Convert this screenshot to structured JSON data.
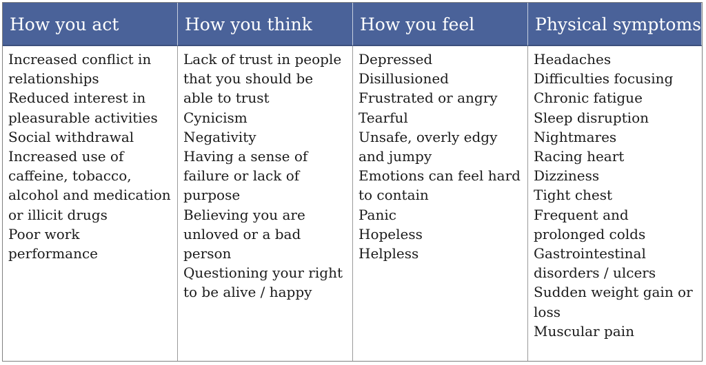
{
  "table": {
    "headers": [
      "How you act",
      "How you think",
      "How you feel",
      "Physical symptoms"
    ],
    "columns": [
      [
        "Increased conflict in relationships",
        "Reduced interest in pleasurable activities",
        "Social withdrawal",
        "Increased use of caffeine, tobacco, alcohol and medication or illicit drugs",
        "Poor work performance"
      ],
      [
        "Lack of trust in people that you should be able to trust",
        "Cynicism",
        "Negativity",
        "Having a sense of failure or lack of purpose",
        "Believing you are unloved or a bad person",
        "Questioning your right to be alive / happy"
      ],
      [
        "Depressed",
        "Disillusioned",
        "Frustrated or angry",
        "Tearful",
        "Unsafe, overly edgy and jumpy",
        "Emotions can feel hard to contain",
        "Panic",
        "Hopeless",
        "Helpless"
      ],
      [
        "Headaches",
        "Difficulties focusing",
        "Chronic fatigue",
        "Sleep disruption",
        "Nightmares",
        "Racing heart",
        "Dizziness",
        "Tight chest",
        "Frequent and prolonged colds",
        "Gastrointestinal disorders / ulcers",
        "Sudden weight gain or loss",
        "Muscular pain"
      ]
    ],
    "colors": {
      "header_bg": "#4a6299",
      "header_text": "#ffffff",
      "body_text": "#1a1a1a",
      "border": "#7f7f7f"
    }
  }
}
